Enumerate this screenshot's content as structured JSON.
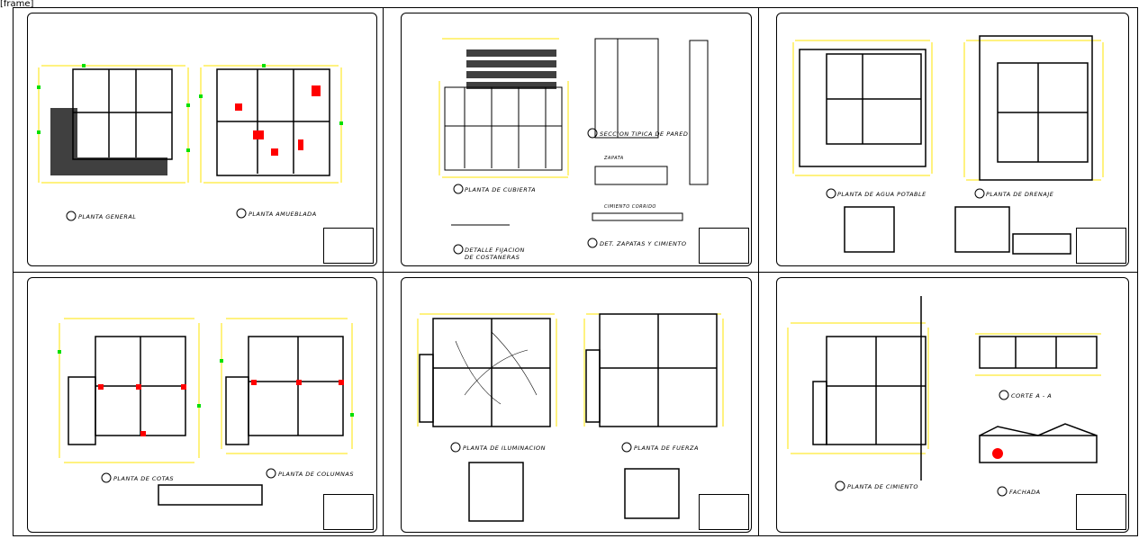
{
  "window": {
    "label": "[frame]"
  },
  "sheets": [
    {
      "captions": [
        "PLANTA GENERAL",
        "PLANTA AMUEBLADA"
      ]
    },
    {
      "captions": [
        "PLANTA DE CUBIERTA",
        "SECCION TIPICA DE PARED",
        "DETALLE FIJACION DE COSTANERAS",
        "DET. ZAPATAS Y CIMIENTO",
        "ZAPATA",
        "CIMIENTO CORRIDO"
      ]
    },
    {
      "captions": [
        "PLANTA DE AGUA POTABLE",
        "PLANTA DE DRENAJE"
      ]
    },
    {
      "captions": [
        "PLANTA DE COTAS",
        "PLANTA DE COLUMNAS"
      ]
    },
    {
      "captions": [
        "PLANTA DE ILUMINACION",
        "PLANTA DE FUERZA"
      ]
    },
    {
      "captions": [
        "PLANTA DE CIMIENTO",
        "CORTE A - A",
        "FACHADA"
      ]
    }
  ],
  "colors": {
    "line": "#000000",
    "wall": "#ff0000",
    "dim": "#ffe600",
    "grid": "#00e000",
    "hatch": "#404040"
  }
}
